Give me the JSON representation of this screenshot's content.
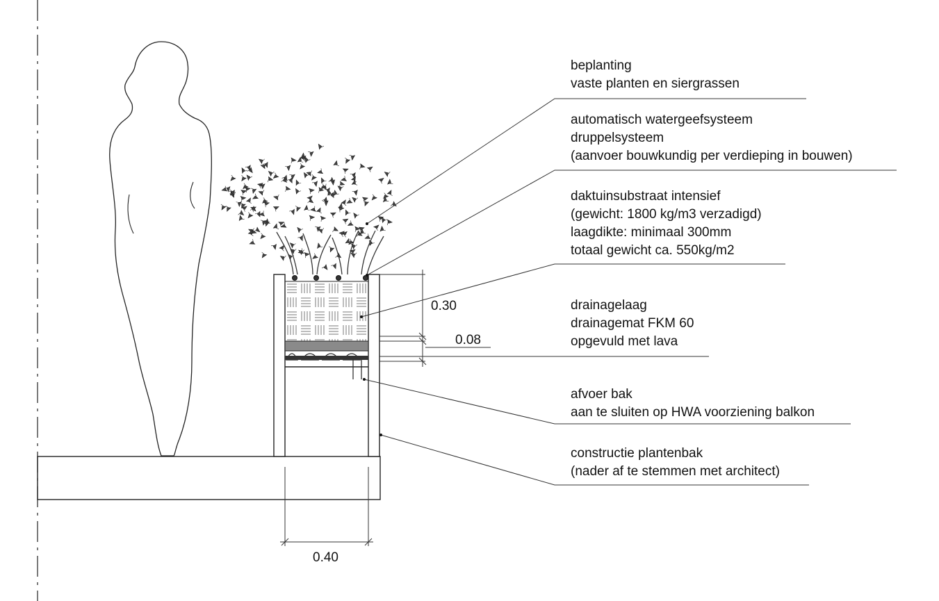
{
  "annotations": [
    {
      "id": "planting",
      "lines": [
        "beplanting",
        "vaste planten en siergrassen"
      ]
    },
    {
      "id": "irrigation",
      "lines": [
        "automatisch watergeefsysteem",
        "druppelsysteem",
        "(aanvoer bouwkundig per verdieping in  bouwen)"
      ]
    },
    {
      "id": "substrate",
      "lines": [
        "daktuinsubstraat intensief",
        "(gewicht: 1800 kg/m3 verzadigd)",
        "laagdikte: minimaal 300mm",
        "totaal gewicht ca. 550kg/m2"
      ]
    },
    {
      "id": "drainage",
      "lines": [
        "drainagelaag",
        "drainagemat FKM 60",
        "opgevuld met lava"
      ]
    },
    {
      "id": "outlet",
      "lines": [
        "afvoer bak",
        "aan te sluiten op HWA voorziening balkon"
      ]
    },
    {
      "id": "construction",
      "lines": [
        "constructie plantenbak",
        "(nader af te stemmen met architect)"
      ]
    }
  ],
  "dimensions": {
    "substrate_height": "0.30",
    "drainage_height": "0.08",
    "box_width": "0.40"
  }
}
